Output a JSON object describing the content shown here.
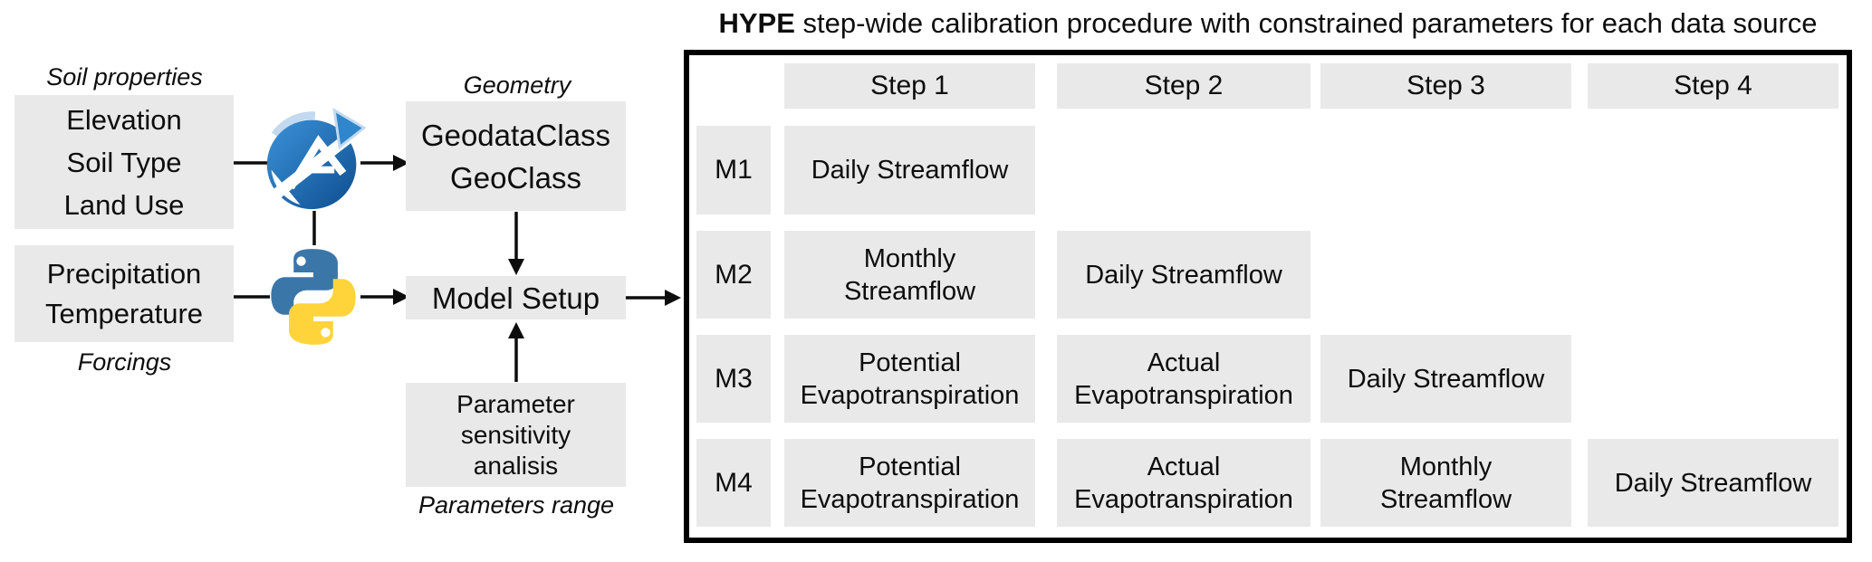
{
  "title": {
    "model_name": "HYPE",
    "rest": " step-wide calibration procedure with constrained parameters for each data source"
  },
  "left_diagram": {
    "soil_label": "Soil properties",
    "soil_box": "Elevation\nSoil Type\nLand Use",
    "forcings_box": "Precipitation\nTemperature",
    "forcings_label": "Forcings",
    "geometry_label": "Geometry",
    "geodata_box": "GeodataClass\nGeoClass",
    "model_setup_box": "Model Setup",
    "param_box": "Parameter\nsensitivity\nanalisis",
    "param_label": "Parameters range",
    "icons": {
      "qgis": "qgis-logo",
      "python": "python-logo"
    }
  },
  "table": {
    "step_headers": [
      "Step 1",
      "Step 2",
      "Step 3",
      "Step 4"
    ],
    "rows": [
      {
        "label": "M1",
        "cells": [
          "Daily Streamflow",
          null,
          null,
          null
        ]
      },
      {
        "label": "M2",
        "cells": [
          "Monthly\nStreamflow",
          "Daily Streamflow",
          null,
          null
        ]
      },
      {
        "label": "M3",
        "cells": [
          "Potential\nEvapotranspiration",
          "Actual\nEvapotranspiration",
          "Daily Streamflow",
          null
        ]
      },
      {
        "label": "M4",
        "cells": [
          "Potential\nEvapotranspiration",
          "Actual\nEvapotranspiration",
          "Monthly\nStreamflow",
          "Daily Streamflow"
        ]
      }
    ]
  },
  "colors": {
    "box_gray": "#e9e9e9",
    "line_black": "#0d0d0d",
    "qgis_blue": "#1b6db0",
    "qgis_light_blue": "#c3d9f0",
    "python_blue": "#3b76a9",
    "python_yellow": "#ffd43b"
  }
}
